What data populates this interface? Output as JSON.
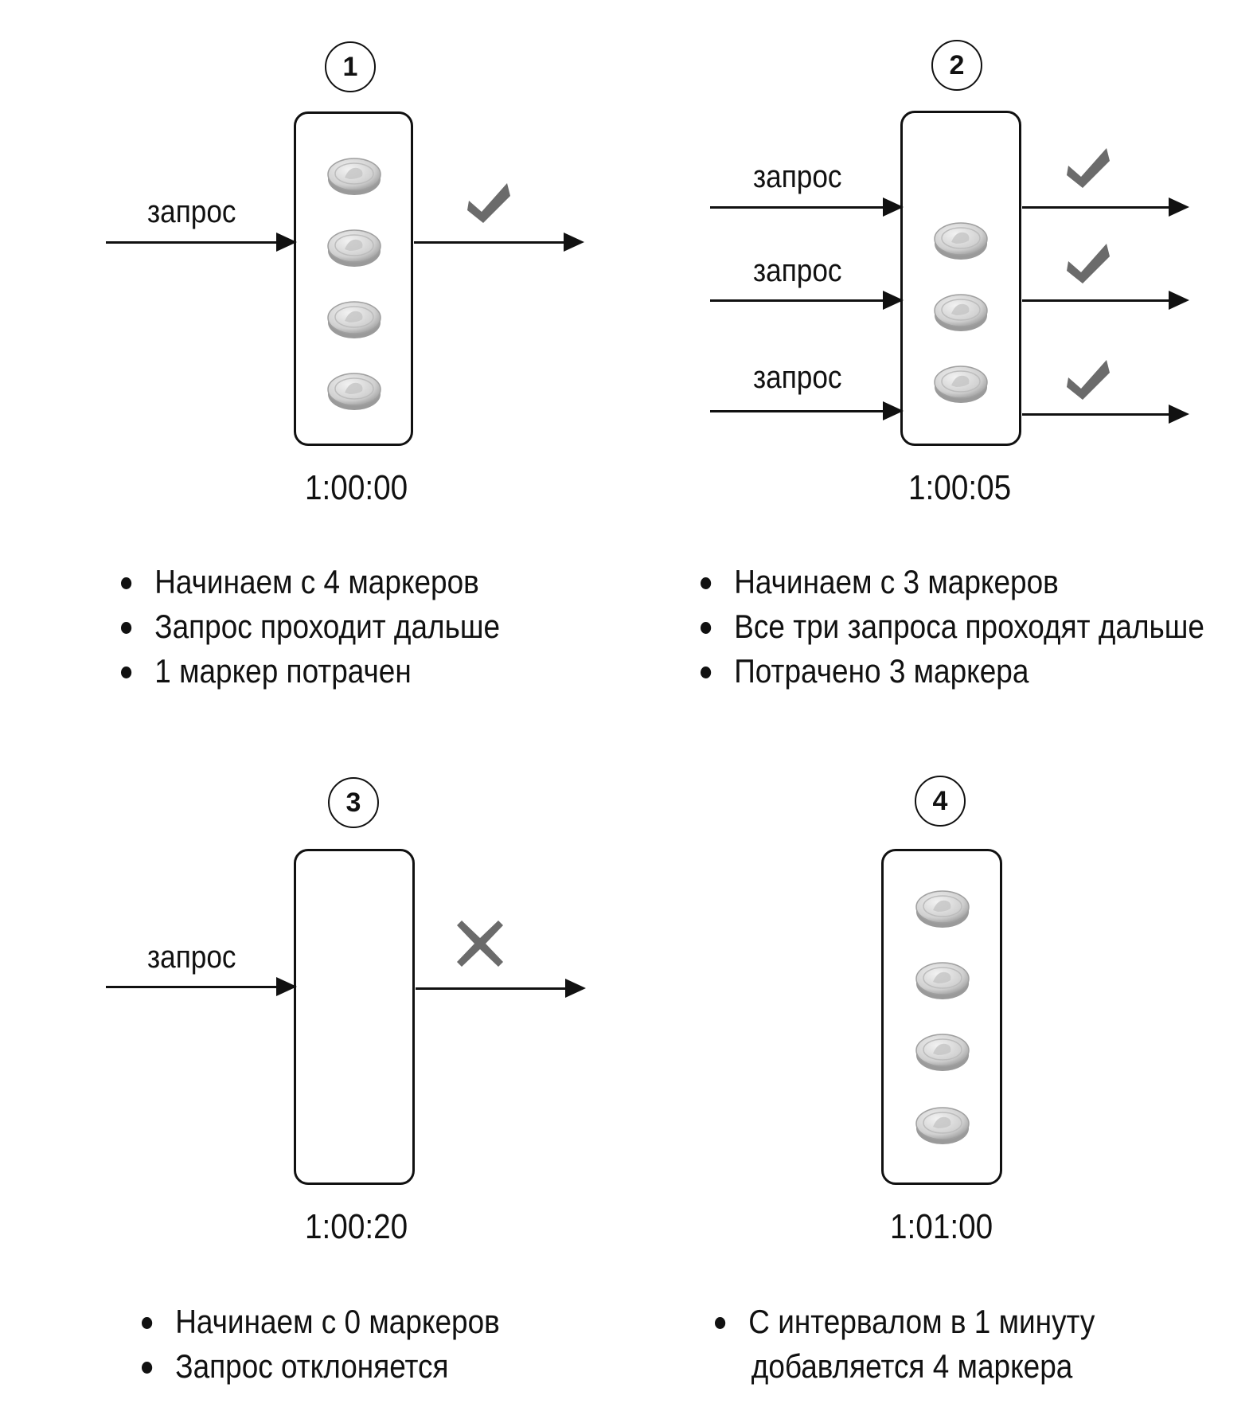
{
  "colors": {
    "line": "#111111",
    "mark": "#6b6b6b",
    "coin_light": "#e6e6e6",
    "coin_dark": "#a8a8a8"
  },
  "icons": {
    "coin": "coin-icon",
    "accept": "checkmark-icon",
    "reject": "cross-icon"
  },
  "panels": [
    {
      "number": "1",
      "time": "1:00:00",
      "requests": [
        "запрос"
      ],
      "tokens": 4,
      "outcome": "accepted",
      "bullets": [
        "Начинаем с 4 маркеров",
        "Запрос проходит дальше",
        "1 маркер потрачен"
      ]
    },
    {
      "number": "2",
      "time": "1:00:05",
      "requests": [
        "запрос",
        "запрос",
        "запрос"
      ],
      "tokens": 3,
      "outcome": "accepted",
      "bullets": [
        "Начинаем с 3 маркеров",
        "Все три запроса проходят дальше",
        "Потрачено 3 маркера"
      ]
    },
    {
      "number": "3",
      "time": "1:00:20",
      "requests": [
        "запрос"
      ],
      "tokens": 0,
      "outcome": "rejected",
      "bullets": [
        "Начинаем с 0 маркеров",
        "Запрос отклоняется"
      ]
    },
    {
      "number": "4",
      "time": "1:01:00",
      "requests": [],
      "tokens": 4,
      "outcome": "none",
      "bullets": [
        "С интервалом в 1 минуту",
        "добавляется 4 маркера"
      ]
    }
  ]
}
